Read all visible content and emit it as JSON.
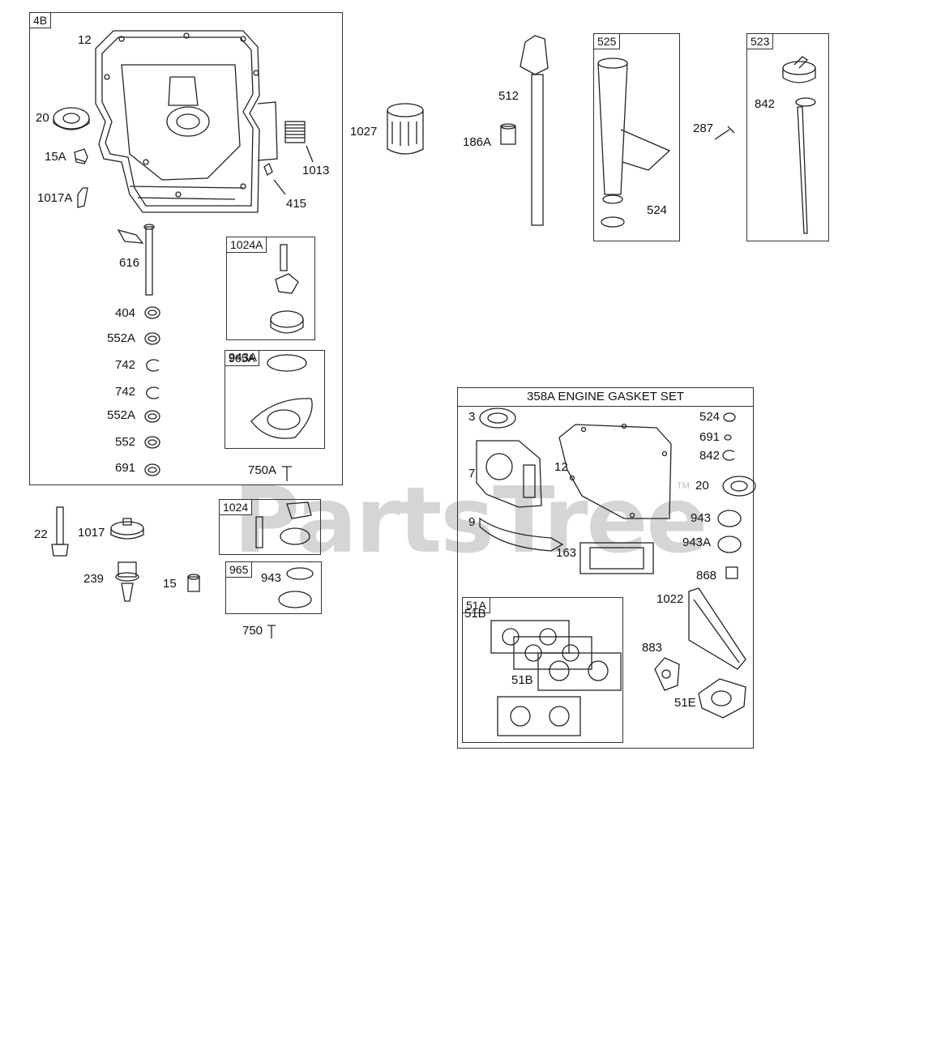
{
  "watermark": "PartsTree",
  "watermark_tm": "TM",
  "boxes": {
    "b4B": "4B",
    "b1024A": "1024A",
    "b965A": "965A",
    "b1024": "1024",
    "b965": "965",
    "b525": "525",
    "b523": "523",
    "b51A": "51A",
    "gasket_set_title": "358A ENGINE GASKET SET"
  },
  "labels": {
    "l12a": "12",
    "l20a": "20",
    "l15A": "15A",
    "l1017A": "1017A",
    "l1013": "1013",
    "l415": "415",
    "l616": "616",
    "l404": "404",
    "l552A_1": "552A",
    "l742_1": "742",
    "l742_2": "742",
    "l552A_2": "552A",
    "l552": "552",
    "l691a": "691",
    "l943A_a": "943A",
    "l750A": "750A",
    "l1027": "1027",
    "l512": "512",
    "l186A": "186A",
    "l524a": "524",
    "l287": "287",
    "l842a": "842",
    "l22": "22",
    "l1017": "1017",
    "l239": "239",
    "l15": "15",
    "l943a": "943",
    "l750": "750",
    "g3": "3",
    "g7": "7",
    "g12": "12",
    "g9": "9",
    "g163": "163",
    "g524": "524",
    "g691": "691",
    "g842": "842",
    "g20": "20",
    "g943": "943",
    "g943A": "943A",
    "g868": "868",
    "g1022": "1022",
    "g883": "883",
    "g51E": "51E",
    "g51B_1": "51B",
    "g51B_2": "51B"
  }
}
